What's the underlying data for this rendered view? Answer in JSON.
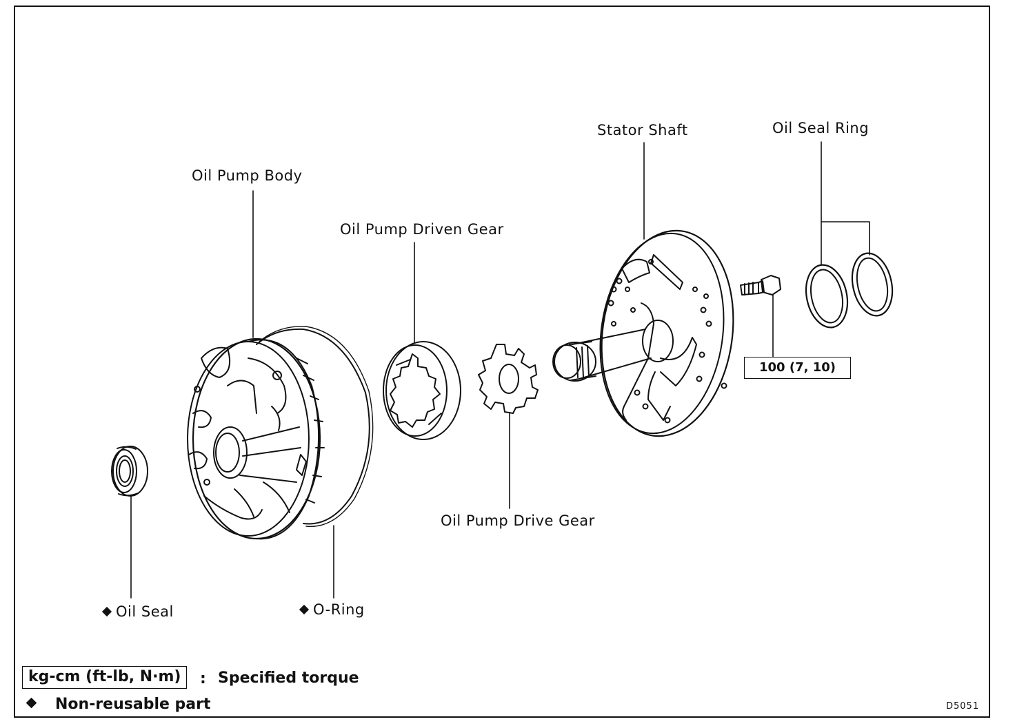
{
  "parts": {
    "oil_pump_body": "Oil Pump Body",
    "oil_pump_driven_gear": "Oil Pump Driven Gear",
    "stator_shaft": "Stator Shaft",
    "oil_seal_ring": "Oil Seal Ring",
    "oil_pump_drive_gear": "Oil Pump Drive Gear",
    "oil_seal": "Oil Seal",
    "o_ring": "O-Ring"
  },
  "torque_spec": "100 (7, 10)",
  "legend": {
    "unit_label": "kg-cm (ft-lb, N·m)",
    "colon": ":",
    "unit_desc": "Specified torque",
    "non_reusable": "Non-reusable part"
  },
  "figure_code": "D5051",
  "colors": {
    "ink": "#111111",
    "paper": "#ffffff"
  }
}
